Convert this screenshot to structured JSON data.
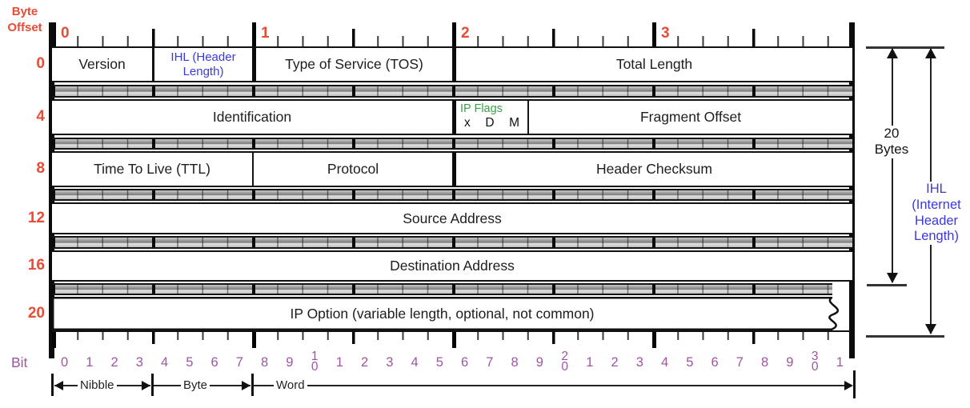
{
  "title_note": "IPv4 header layout diagram",
  "colors": {
    "offset_red": "#e74c36",
    "ihl_blue": "#3b39dd",
    "flags_green": "#3f9d4b",
    "bit_purple": "#9d56a2",
    "line_black": "#111111"
  },
  "byte_offset_label": "Byte\nOffset",
  "top_ruler": {
    "byte_labels": [
      "0",
      "1",
      "2",
      "3"
    ]
  },
  "rows": [
    {
      "offset": "0",
      "cells": [
        {
          "label": "Version",
          "bits": 4
        },
        {
          "label": "IHL (Header\nLength)",
          "bits": 4,
          "color": "blue"
        },
        {
          "label": "Type of Service (TOS)",
          "bits": 8
        },
        {
          "label": "Total Length",
          "bits": 16
        }
      ]
    },
    {
      "offset": "4",
      "cells": [
        {
          "label": "Identification",
          "bits": 16
        },
        {
          "label": "IP Flags",
          "bits": 3,
          "color": "green",
          "flags": [
            "x",
            "D",
            "M"
          ]
        },
        {
          "label": "Fragment Offset",
          "bits": 13
        }
      ]
    },
    {
      "offset": "8",
      "cells": [
        {
          "label": "Time To Live (TTL)",
          "bits": 8
        },
        {
          "label": "Protocol",
          "bits": 8
        },
        {
          "label": "Header Checksum",
          "bits": 16
        }
      ]
    },
    {
      "offset": "12",
      "cells": [
        {
          "label": "Source Address",
          "bits": 32
        }
      ]
    },
    {
      "offset": "16",
      "cells": [
        {
          "label": "Destination Address",
          "bits": 32
        }
      ]
    },
    {
      "offset": "20",
      "cells": [
        {
          "label": "IP Option (variable length, optional, not common)",
          "bits": 32,
          "variable_length": true
        }
      ]
    }
  ],
  "bottom_ruler": {
    "bit_label": "Bit",
    "bit_numbers": [
      "0",
      "1",
      "2",
      "3",
      "4",
      "5",
      "6",
      "7",
      "8",
      "9",
      "1\n0",
      "1",
      "2",
      "3",
      "4",
      "5",
      "6",
      "7",
      "8",
      "9",
      "2\n0",
      "1",
      "2",
      "3",
      "4",
      "5",
      "6",
      "7",
      "8",
      "9",
      "3\n0",
      "1"
    ]
  },
  "scale_legend": {
    "nibble": "Nibble",
    "byte": "Byte",
    "word": "Word"
  },
  "annotations": {
    "twenty_bytes": "20\nBytes",
    "ihl_side": "IHL\n(Internet\nHeader\nLength)"
  }
}
